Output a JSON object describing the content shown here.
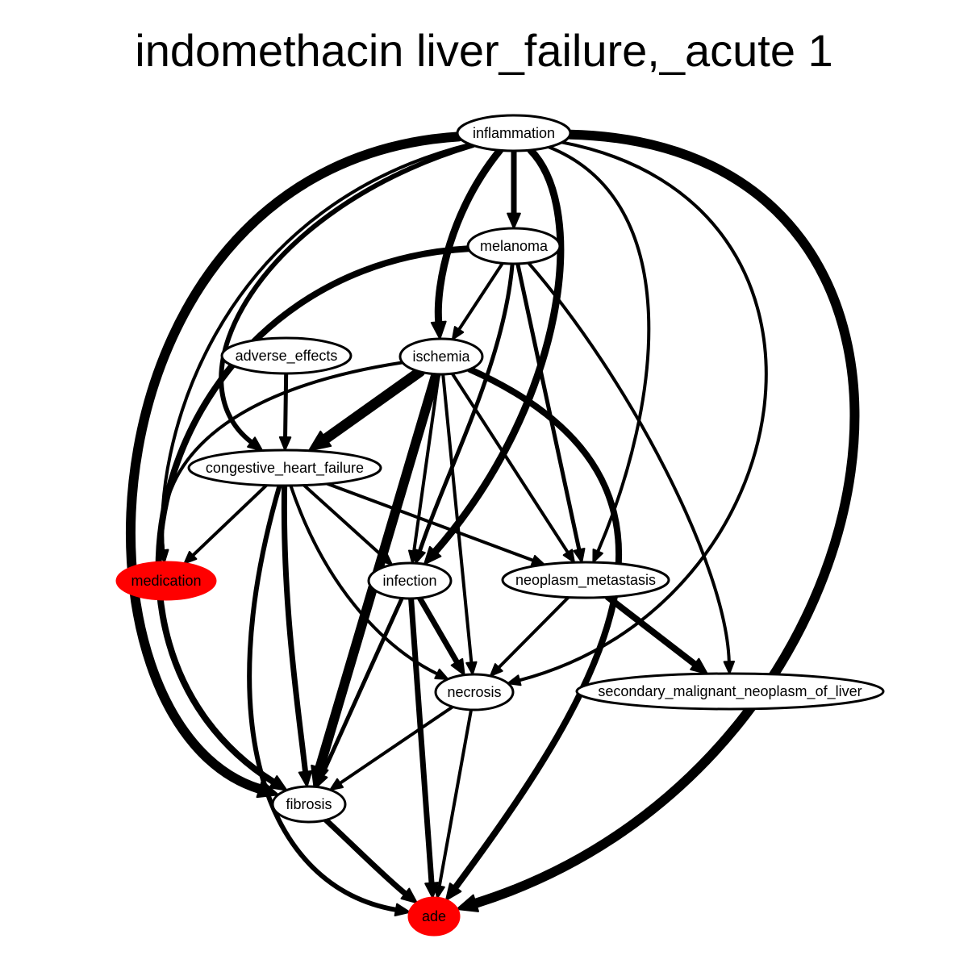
{
  "title": "indomethacin liver_failure,_acute 1",
  "colors": {
    "highlight": "#ff0000",
    "stroke": "#000000",
    "fill": "#ffffff"
  },
  "nodes": [
    {
      "id": "inflammation",
      "label": "inflammation",
      "highlight": false
    },
    {
      "id": "melanoma",
      "label": "melanoma",
      "highlight": false
    },
    {
      "id": "adverse_effects",
      "label": "adverse_effects",
      "highlight": false
    },
    {
      "id": "ischemia",
      "label": "ischemia",
      "highlight": false
    },
    {
      "id": "congestive_heart_failure",
      "label": "congestive_heart_failure",
      "highlight": false
    },
    {
      "id": "medication",
      "label": "medication",
      "highlight": true
    },
    {
      "id": "infection",
      "label": "infection",
      "highlight": false
    },
    {
      "id": "neoplasm_metastasis",
      "label": "neoplasm_metastasis",
      "highlight": false
    },
    {
      "id": "necrosis",
      "label": "necrosis",
      "highlight": false
    },
    {
      "id": "secondary_malignant_neoplasm_of_liver",
      "label": "secondary_malignant_neoplasm_of_liver",
      "highlight": false
    },
    {
      "id": "fibrosis",
      "label": "fibrosis",
      "highlight": false
    },
    {
      "id": "ade",
      "label": "ade",
      "highlight": true
    }
  ],
  "edges": [
    {
      "from": "inflammation",
      "to": "fibrosis",
      "weight": 12
    },
    {
      "from": "inflammation",
      "to": "ade",
      "weight": 12
    },
    {
      "from": "inflammation",
      "to": "melanoma",
      "weight": 7
    },
    {
      "from": "inflammation",
      "to": "ischemia",
      "weight": 9
    },
    {
      "from": "inflammation",
      "to": "infection",
      "weight": 9
    },
    {
      "from": "inflammation",
      "to": "congestive_heart_failure",
      "weight": 6
    },
    {
      "from": "inflammation",
      "to": "medication",
      "weight": 4
    },
    {
      "from": "inflammation",
      "to": "neoplasm_metastasis",
      "weight": 4
    },
    {
      "from": "inflammation",
      "to": "necrosis",
      "weight": 4
    },
    {
      "from": "melanoma",
      "to": "fibrosis",
      "weight": 8
    },
    {
      "from": "melanoma",
      "to": "ischemia",
      "weight": 4
    },
    {
      "from": "melanoma",
      "to": "infection",
      "weight": 5
    },
    {
      "from": "melanoma",
      "to": "neoplasm_metastasis",
      "weight": 5
    },
    {
      "from": "melanoma",
      "to": "secondary_malignant_neoplasm_of_liver",
      "weight": 4
    },
    {
      "from": "adverse_effects",
      "to": "congestive_heart_failure",
      "weight": 5
    },
    {
      "from": "ischemia",
      "to": "congestive_heart_failure",
      "weight": 13
    },
    {
      "from": "ischemia",
      "to": "fibrosis",
      "weight": 12
    },
    {
      "from": "ischemia",
      "to": "medication",
      "weight": 4
    },
    {
      "from": "ischemia",
      "to": "infection",
      "weight": 4
    },
    {
      "from": "ischemia",
      "to": "neoplasm_metastasis",
      "weight": 4
    },
    {
      "from": "ischemia",
      "to": "necrosis",
      "weight": 4
    },
    {
      "from": "ischemia",
      "to": "ade",
      "weight": 8
    },
    {
      "from": "congestive_heart_failure",
      "to": "medication",
      "weight": 4
    },
    {
      "from": "congestive_heart_failure",
      "to": "infection",
      "weight": 4
    },
    {
      "from": "congestive_heart_failure",
      "to": "neoplasm_metastasis",
      "weight": 4
    },
    {
      "from": "congestive_heart_failure",
      "to": "necrosis",
      "weight": 4
    },
    {
      "from": "congestive_heart_failure",
      "to": "fibrosis",
      "weight": 7
    },
    {
      "from": "congestive_heart_failure",
      "to": "ade",
      "weight": 6
    },
    {
      "from": "infection",
      "to": "necrosis",
      "weight": 7
    },
    {
      "from": "infection",
      "to": "fibrosis",
      "weight": 5
    },
    {
      "from": "infection",
      "to": "ade",
      "weight": 7
    },
    {
      "from": "neoplasm_metastasis",
      "to": "secondary_malignant_neoplasm_of_liver",
      "weight": 8
    },
    {
      "from": "neoplasm_metastasis",
      "to": "necrosis",
      "weight": 4
    },
    {
      "from": "necrosis",
      "to": "fibrosis",
      "weight": 4
    },
    {
      "from": "necrosis",
      "to": "ade",
      "weight": 4
    },
    {
      "from": "fibrosis",
      "to": "ade",
      "weight": 7
    }
  ]
}
